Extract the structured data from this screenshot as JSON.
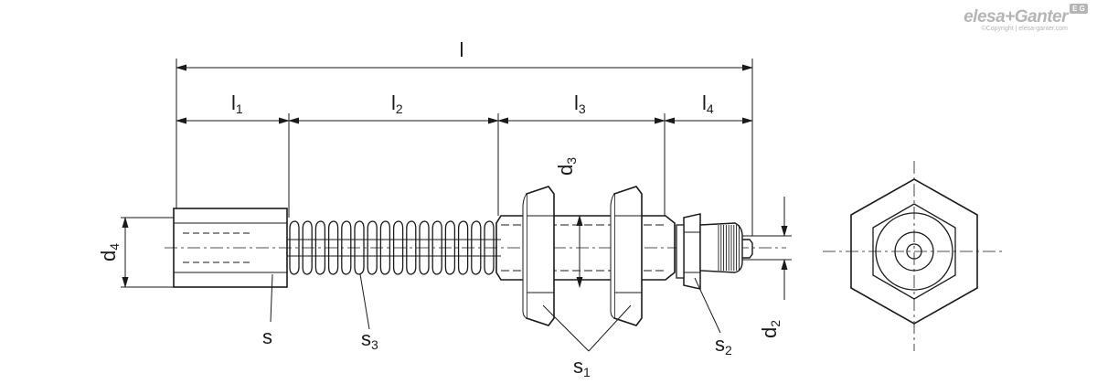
{
  "brand": {
    "logo_text": "elesa+Ganter",
    "badge": "E G",
    "copyright": "©Copyright | elesa-ganter.com"
  },
  "dimensions": {
    "l": {
      "main": "l",
      "sub": ""
    },
    "l1": {
      "main": "l",
      "sub": "1"
    },
    "l2": {
      "main": "l",
      "sub": "2"
    },
    "l3": {
      "main": "l",
      "sub": "3"
    },
    "l4": {
      "main": "l",
      "sub": "4"
    },
    "d2": {
      "main": "d",
      "sub": "2"
    },
    "d3": {
      "main": "d",
      "sub": "3"
    },
    "d4": {
      "main": "d",
      "sub": "4"
    }
  },
  "parts": {
    "s": {
      "main": "s",
      "sub": ""
    },
    "s1": {
      "main": "s",
      "sub": "1"
    },
    "s2": {
      "main": "s",
      "sub": "2"
    },
    "s3": {
      "main": "s",
      "sub": "3"
    }
  }
}
